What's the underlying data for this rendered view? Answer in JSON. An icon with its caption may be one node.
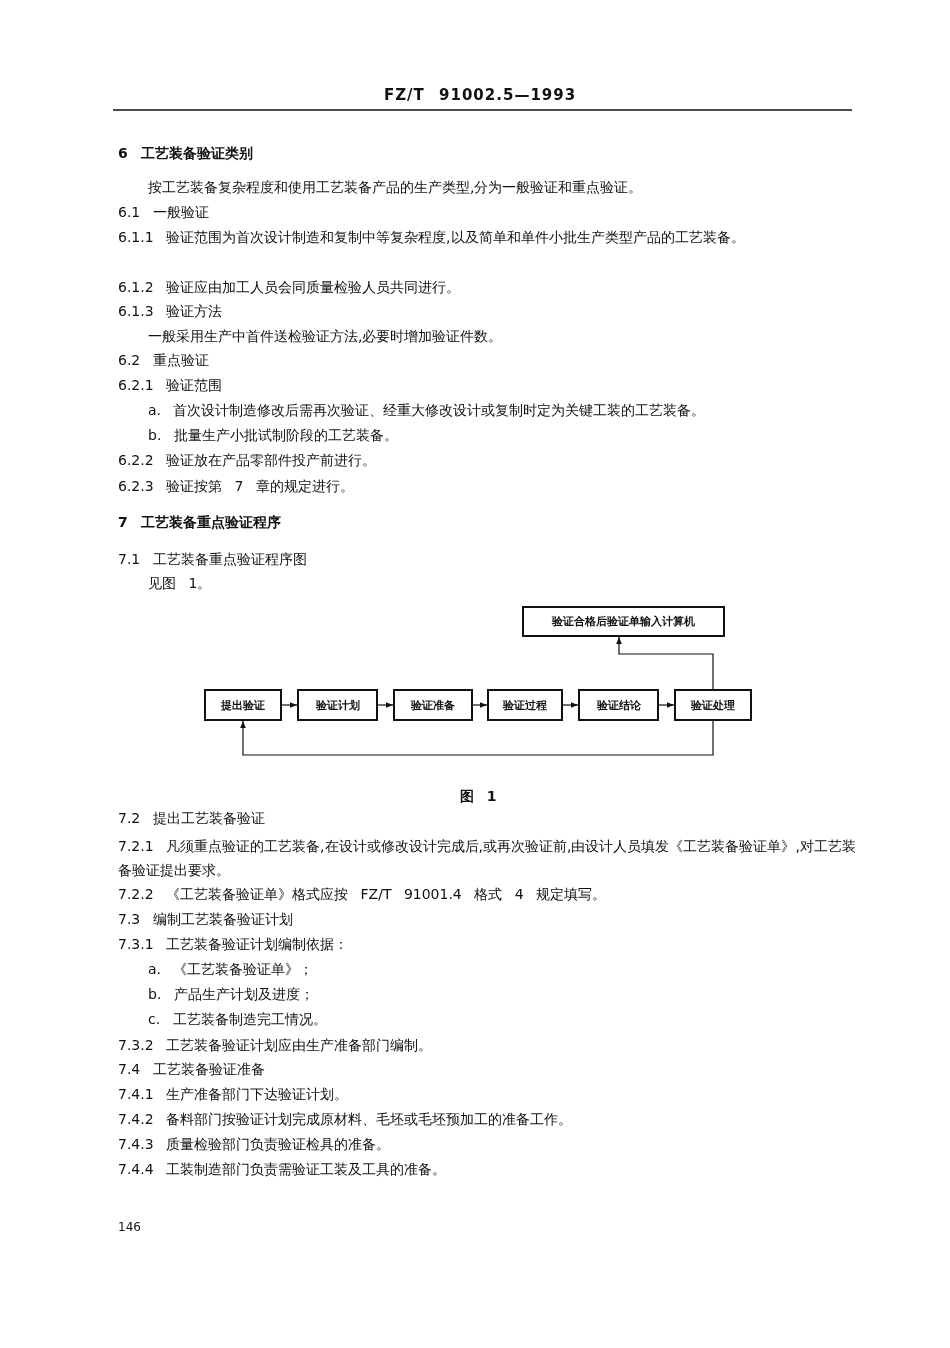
{
  "diagram": {
    "caption": "图 1",
    "nodes": [
      {
        "text": [
          "提出验证"
        ]
      },
      {
        "text": [
          "验证计划"
        ]
      },
      {
        "text": [
          "验证准备"
        ]
      },
      {
        "text": [
          "验证过程"
        ]
      },
      {
        "text": [
          "验证结论"
        ]
      },
      {
        "text": [
          "验证处理"
        ]
      },
      {
        "text": [
          "验证合格后验证单输入计算机"
        ]
      }
    ],
    "edges": [
      {
        "from": 0,
        "to": 1,
        "arrow": "to"
      },
      {
        "from": 1,
        "to": 2,
        "arrow": "to"
      },
      {
        "from": 2,
        "to": 3,
        "arrow": "to"
      },
      {
        "from": 3,
        "to": 4,
        "arrow": "to"
      },
      {
        "from": 4,
        "to": 5,
        "arrow": "to"
      },
      {
        "from": 5,
        "to": 6,
        "arrow": "to"
      },
      {
        "from": 5,
        "to": 0,
        "arrow": "to"
      }
    ],
    "labels": [
      "FZ/T 91002.5—1993",
      "6 工艺装备验证类别",
      "按工艺装备复杂程度和使用工艺装备产品的生产类型,分为一般验证和重点验证。",
      "6.1 一般验证",
      "6.1.1 验证范围为首次设计制造和复制中等复杂程度,以及简单和单件小批生产类型产品的工艺装备。",
      "6.1.2 验证应由加工人员会同质量检验人员共同进行。",
      "6.1.3 验证方法",
      "一般采用生产中首件送检验证方法,必要时增加验证件数。",
      "6.2 重点验证",
      "6.2.1 验证范围",
      "a. 首次设计制造修改后需再次验证、经重大修改设计或复制时定为关键工装的工艺装备。",
      "b. 批量生产小批试制阶段的工艺装备。",
      "6.2.2 验证放在产品零部件投产前进行。",
      "6.2.3 验证按第 7 章的规定进行。",
      "7 工艺装备重点验证程序",
      "7.1 工艺装备重点验证程序图",
      "见图 1。",
      "7.2 提出工艺装备验证",
      "7.2.1 凡须重点验证的工艺装备,在设计或修改设计完成后,或再次验证前,由设计人员填发《工艺装备验证单》,对工艺装备验证提出要求。",
      "7.2.2 《工艺装备验证单》格式应按 FZ/T 91001.4 格式 4 规定填写。",
      "7.3 编制工艺装备验证计划",
      "7.3.1 工艺装备验证计划编制依据：",
      "a. 《工艺装备验证单》；",
      "b. 产品生产计划及进度；",
      "c. 工艺装备制造完工情况。",
      "7.3.2 工艺装备验证计划应由生产准备部门编制。",
      "7.4 工艺装备验证准备",
      "7.4.1 生产准备部门下达验证计划。",
      "7.4.2 备料部门按验证计划完成原材料、毛坯或毛坯预加工的准备工作。",
      "7.4.3 质量检验部门负责验证检具的准备。",
      "7.4.4 工装制造部门负责需验证工装及工具的准备。",
      "146"
    ]
  }
}
